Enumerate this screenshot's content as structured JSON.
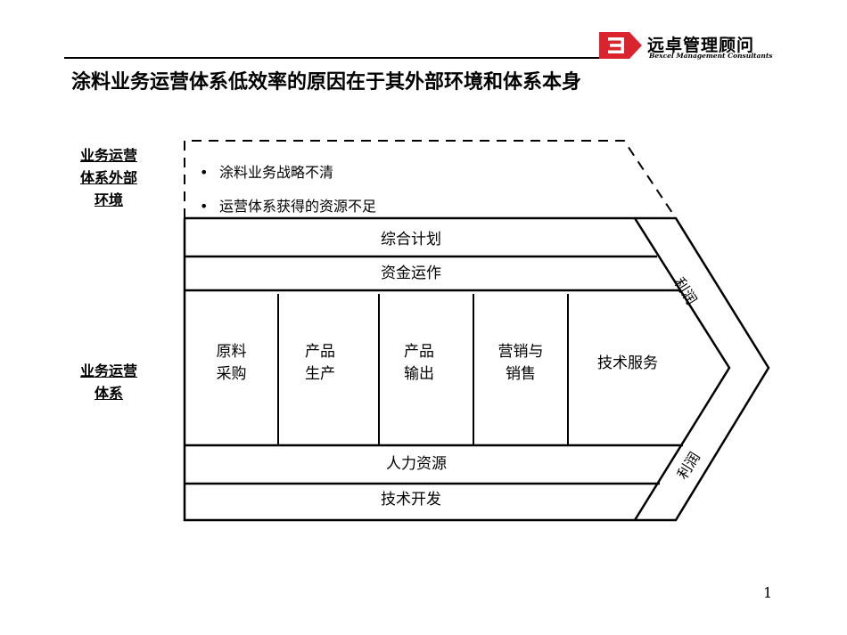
{
  "brand": {
    "name": "远卓管理顾问",
    "subtitle": "Bexcel Management Consultants",
    "logo_color": "#d9232d"
  },
  "title": "涂料业务运营体系低效率的原因在于其外部环境和体系本身",
  "external": {
    "label": "业务运营体系外部环境",
    "label_lines": [
      "业务运营",
      "体系外部",
      "环境"
    ],
    "bullets": [
      "涂料业务战略不清",
      "运营体系获得的资源不足"
    ]
  },
  "system": {
    "label": "业务运营体系",
    "label_lines": [
      "业务运营",
      "体系"
    ],
    "support_top": [
      "综合计划",
      "资金运作"
    ],
    "primary": [
      {
        "lines": [
          "原料",
          "采购"
        ]
      },
      {
        "lines": [
          "产品",
          "生产"
        ]
      },
      {
        "lines": [
          "产品",
          "输出"
        ]
      },
      {
        "lines": [
          "营销与",
          "销售"
        ]
      },
      {
        "lines": [
          "技术服务"
        ]
      }
    ],
    "support_bottom": [
      "人力资源",
      "技术开发"
    ],
    "profit_top": "利润",
    "profit_bottom": "利润"
  },
  "page_number": "1"
}
